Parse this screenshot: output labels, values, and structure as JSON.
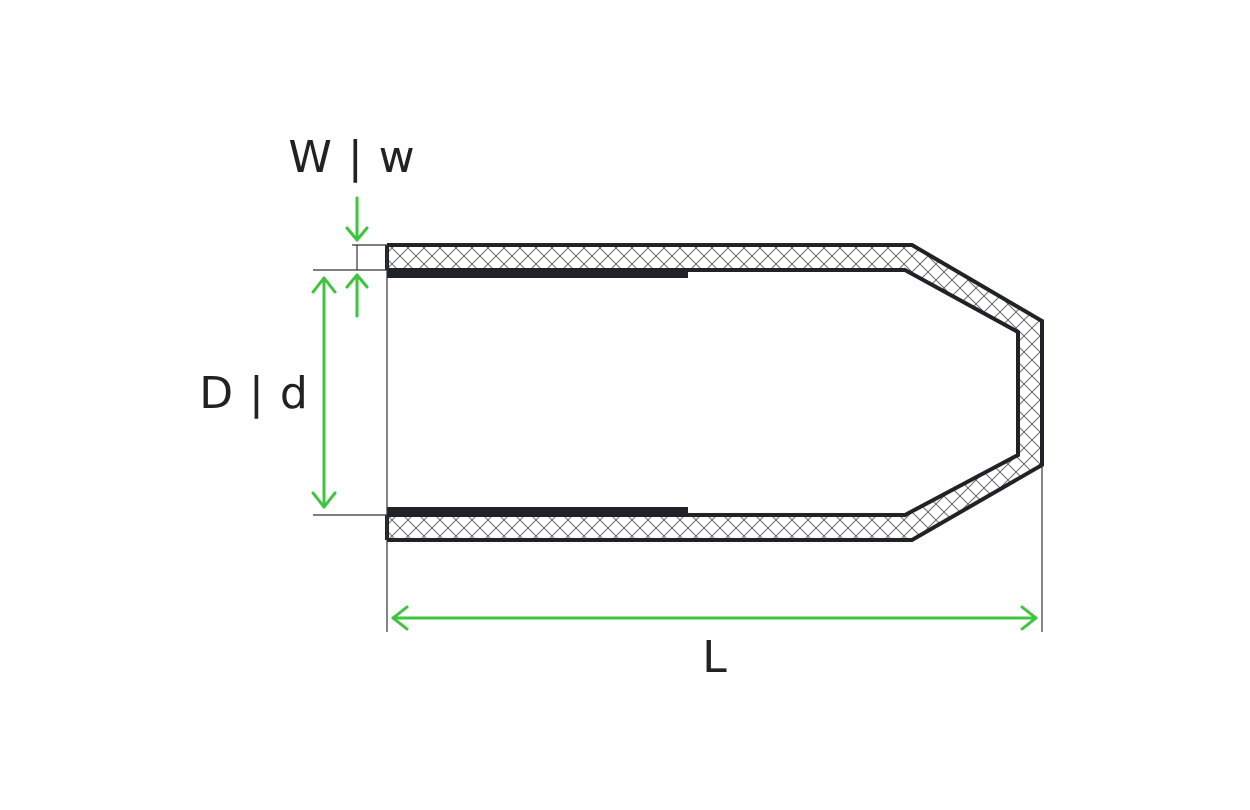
{
  "labels": {
    "wall_thickness": "W | w",
    "diameter": "D | d",
    "length": "L"
  },
  "colors": {
    "outline": "#1f2328",
    "dimension_arrow": "#3ec43e",
    "extension_line": "#333333",
    "background": "#ffffff"
  }
}
